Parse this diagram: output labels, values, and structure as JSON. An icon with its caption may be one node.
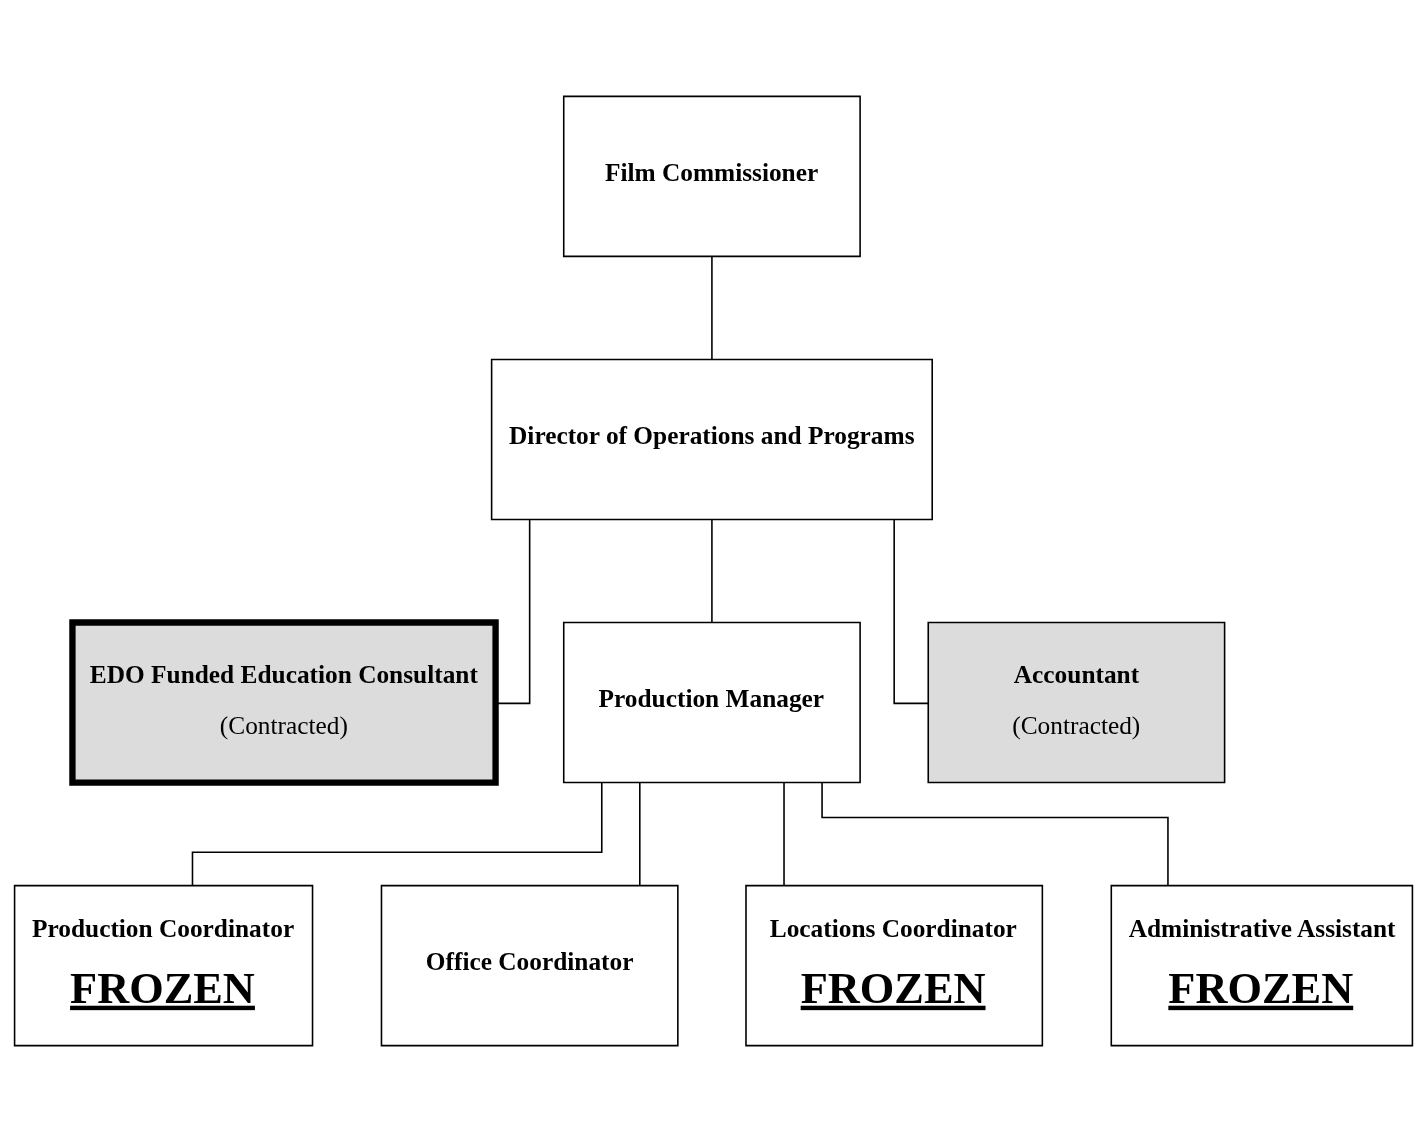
{
  "diagram": {
    "nodes": [
      {
        "text": [
          "Film Commissioner"
        ]
      },
      {
        "text": [
          "Director of Operations and Programs"
        ]
      },
      {
        "text": [
          "EDO Funded Education Consultant",
          "(Contracted)"
        ]
      },
      {
        "text": [
          "Production Manager"
        ]
      },
      {
        "text": [
          "Accountant",
          "(Contracted)"
        ]
      },
      {
        "text": [
          "Production Coordinator",
          "FROZEN"
        ]
      },
      {
        "text": [
          "Office Coordinator"
        ]
      },
      {
        "text": [
          "Locations Coordinator",
          "FROZEN"
        ]
      },
      {
        "text": [
          "Administrative Assistant",
          "FROZEN"
        ]
      }
    ],
    "edges": [
      {
        "from": 0,
        "to": 1,
        "arrow": "none"
      },
      {
        "from": 1,
        "to": 2,
        "arrow": "none"
      },
      {
        "from": 1,
        "to": 3,
        "arrow": "none"
      },
      {
        "from": 1,
        "to": 4,
        "arrow": "none"
      },
      {
        "from": 3,
        "to": 5,
        "arrow": "none"
      },
      {
        "from": 3,
        "to": 6,
        "arrow": "none"
      },
      {
        "from": 3,
        "to": 7,
        "arrow": "none"
      },
      {
        "from": 3,
        "to": 8,
        "arrow": "none"
      }
    ]
  }
}
